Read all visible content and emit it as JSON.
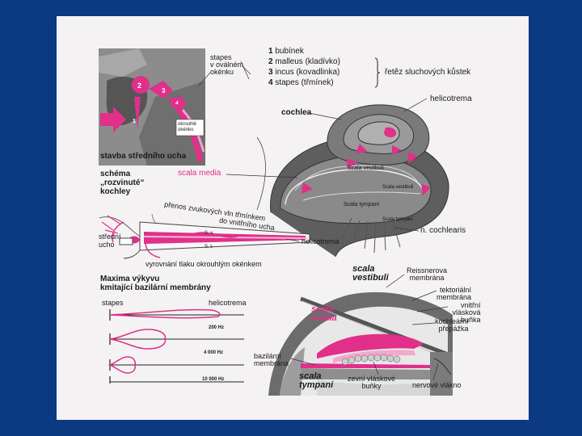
{
  "legend": {
    "items": [
      {
        "num": "1",
        "text": "bubínek"
      },
      {
        "num": "2",
        "text": "malleus (kladívko)"
      },
      {
        "num": "3",
        "text": "incus (kovadlinka)"
      },
      {
        "num": "4",
        "text": "stapes (třmínek)"
      }
    ],
    "chain_label": "řetěz sluchových kůstek"
  },
  "middle_ear": {
    "caption": "stavba středního ucha",
    "stapes_note": [
      "stapes",
      "v oválném",
      "okénku"
    ],
    "round_window": [
      "okrouhlé",
      "okénko"
    ]
  },
  "cochlea": {
    "title": "cochlea",
    "helicotrema": "helicotrema",
    "scala_vestibuli": "Scala vestibuli",
    "scala_tympani": "Scala tympani",
    "nerve": "n. cochlearis"
  },
  "scheme": {
    "title": [
      "schéma",
      "„rozvinuté“",
      "kochley"
    ],
    "scala_media": "scala media",
    "transfer": [
      "přenos zvukových vln třmínkem",
      "do vnitřního ucha"
    ],
    "middle_ear": [
      "střední",
      "ucho"
    ],
    "sv": "S. v.",
    "st": "S. t.",
    "helicotrema": "helicotrema",
    "equalization": "vyrovnání tlaku okrouhlým okénkem"
  },
  "maxima": {
    "title": [
      "Maxima výkyvu",
      "kmitající bazilární membrány"
    ],
    "stapes": "stapes",
    "helicotrema": "helicotrema",
    "freqs": [
      "200 Hz",
      "4 000 Hz",
      "10 000 Hz"
    ]
  },
  "organ": {
    "scala_vestibuli": [
      "scala",
      "vestibuli"
    ],
    "reissner": [
      "Reissnerova",
      "membrána"
    ],
    "tectorial": [
      "tektoriální",
      "membrána"
    ],
    "inner_hair": [
      "vnitřní",
      "vlásková",
      "buňka"
    ],
    "cochlear_partition": [
      "kochleární",
      "přepážka"
    ],
    "scala_media": [
      "scala",
      "media"
    ],
    "basilar": [
      "bazilární",
      "membrána"
    ],
    "scala_tympani": [
      "scala",
      "tympani"
    ],
    "outer_hair": [
      "zevní vláskové",
      "buňky"
    ],
    "nerve_fiber": "nervové  vlákno"
  }
}
